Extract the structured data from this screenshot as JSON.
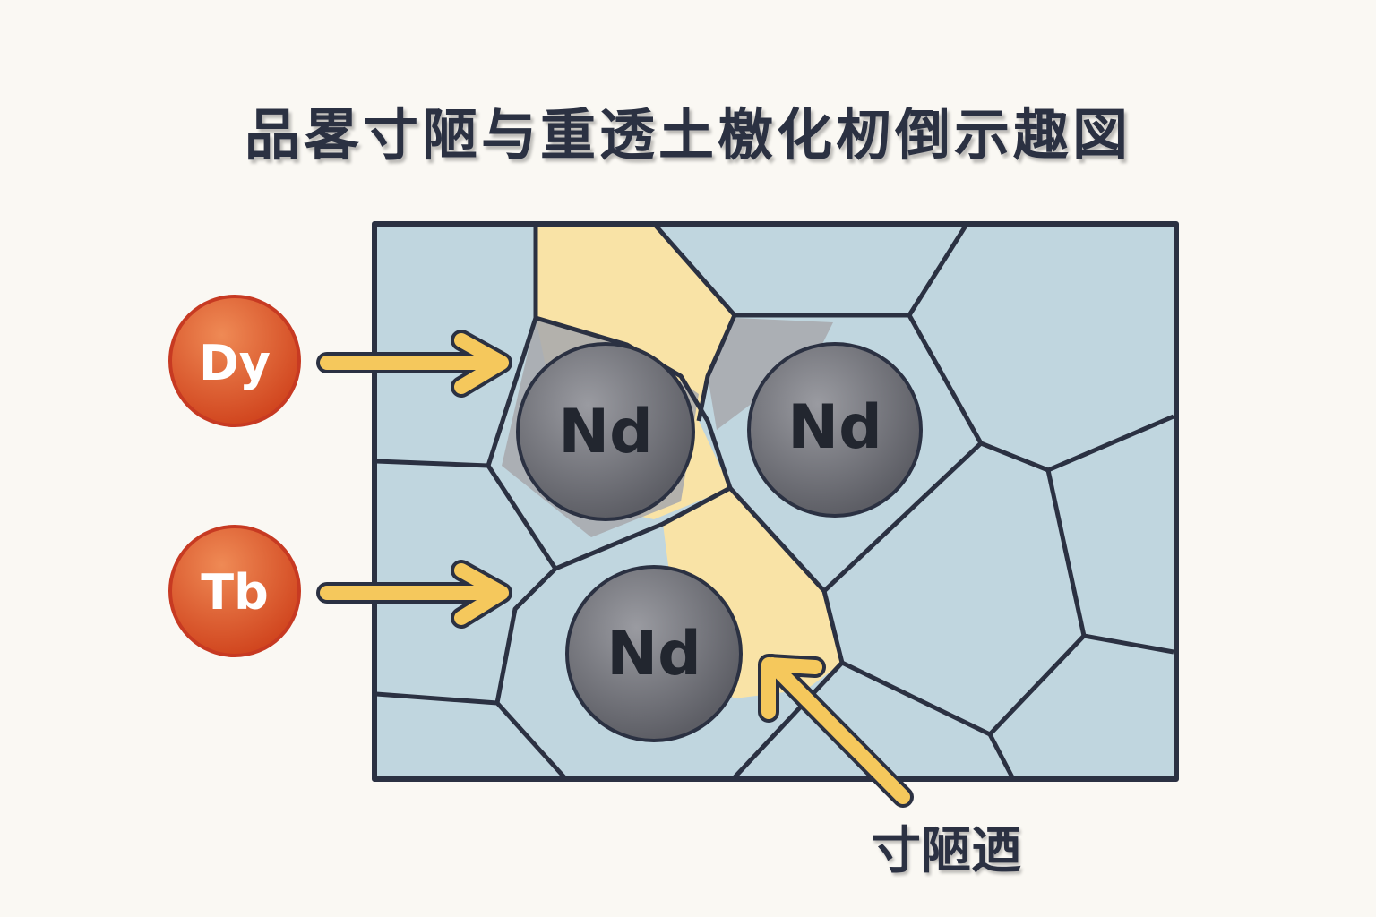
{
  "title": "品畧寸陋与重透土檄化杒倒示趣図",
  "boundary_label": "寸陋迺",
  "elements": {
    "dy": "Dy",
    "tb": "Tb",
    "nd1": "Nd",
    "nd2": "Nd",
    "nd3": "Nd"
  },
  "colors": {
    "background": "#faf8f3",
    "grain": "#c0d6df",
    "boundary_phase": "#f9e3a6",
    "outline": "#2b3142",
    "element_ball": "#d9552c",
    "nd_ball": "#6e6f76",
    "arrow": "#f5c85c"
  }
}
